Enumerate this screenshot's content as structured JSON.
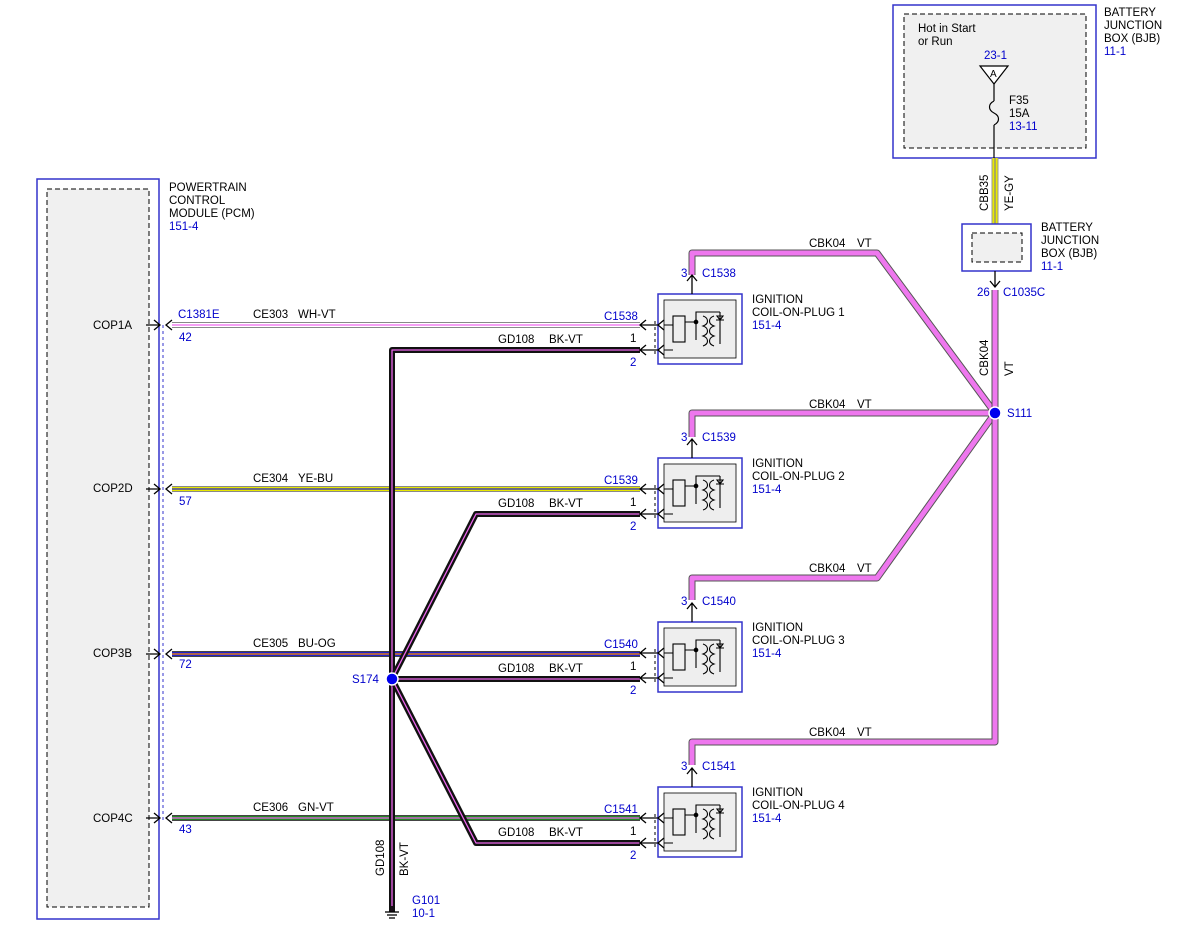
{
  "pcm": {
    "title_lines": [
      "POWERTRAIN",
      "CONTROL",
      "MODULE (PCM)"
    ],
    "ref": "151-4",
    "connector": "C1381E",
    "pins": [
      {
        "name": "COP1A",
        "pin": "42"
      },
      {
        "name": "COP2D",
        "pin": "57"
      },
      {
        "name": "COP3B",
        "pin": "72"
      },
      {
        "name": "COP4C",
        "pin": "43"
      }
    ]
  },
  "signal_circuits": [
    {
      "circuit": "CE303",
      "color_code": "WH-VT",
      "base": "#ffffff",
      "stripe": "#ee66ee"
    },
    {
      "circuit": "CE304",
      "color_code": "YE-BU",
      "base": "#e8e800",
      "stripe": "#2222cc"
    },
    {
      "circuit": "CE305",
      "color_code": "BU-OG",
      "base": "#2222cc",
      "stripe": "#ff8800"
    },
    {
      "circuit": "CE306",
      "color_code": "GN-VT",
      "base": "#228822",
      "stripe": "#ee66ee"
    }
  ],
  "coils": [
    {
      "title_lines": [
        "IGNITION",
        "COIL-ON-PLUG 1"
      ],
      "ref": "151-4",
      "connector": "C1538",
      "pin_signal": "1",
      "pin_ground": "2",
      "pin_power": "3"
    },
    {
      "title_lines": [
        "IGNITION",
        "COIL-ON-PLUG 2"
      ],
      "ref": "151-4",
      "connector": "C1539",
      "pin_signal": "1",
      "pin_ground": "2",
      "pin_power": "3"
    },
    {
      "title_lines": [
        "IGNITION",
        "COIL-ON-PLUG 3"
      ],
      "ref": "151-4",
      "connector": "C1540",
      "pin_signal": "1",
      "pin_ground": "2",
      "pin_power": "3"
    },
    {
      "title_lines": [
        "IGNITION",
        "COIL-ON-PLUG 4"
      ],
      "ref": "151-4",
      "connector": "C1541",
      "pin_signal": "1",
      "pin_ground": "2",
      "pin_power": "3"
    }
  ],
  "ground": {
    "circuit": "GD108",
    "color_code": "BK-VT",
    "base": "#111111",
    "stripe": "#ee66ee",
    "splice": "S174",
    "ground_point": "G101",
    "ground_ref": "10-1"
  },
  "power": {
    "circuit": "CBK04",
    "color_code": "VT",
    "base": "#ee77ee",
    "splice": "S111",
    "feed_circuit": "CBB35",
    "feed_color": "YE-GY",
    "feed_base": "#e8e800",
    "feed_stripe": "#888888"
  },
  "bjb_top": {
    "title_lines": [
      "BATTERY",
      "JUNCTION",
      "BOX (BJB)"
    ],
    "ref": "11-1",
    "hot_lines": [
      "Hot in Start",
      "or Run"
    ],
    "bus_ref": "23-1",
    "bus_letter": "A",
    "fuse": "F35",
    "rating": "15A",
    "fuse_ref": "13-11"
  },
  "bjb_conn": {
    "title_lines": [
      "BATTERY",
      "JUNCTION",
      "BOX (BJB)"
    ],
    "ref": "11-1",
    "pin": "26",
    "connector": "C1035C"
  }
}
